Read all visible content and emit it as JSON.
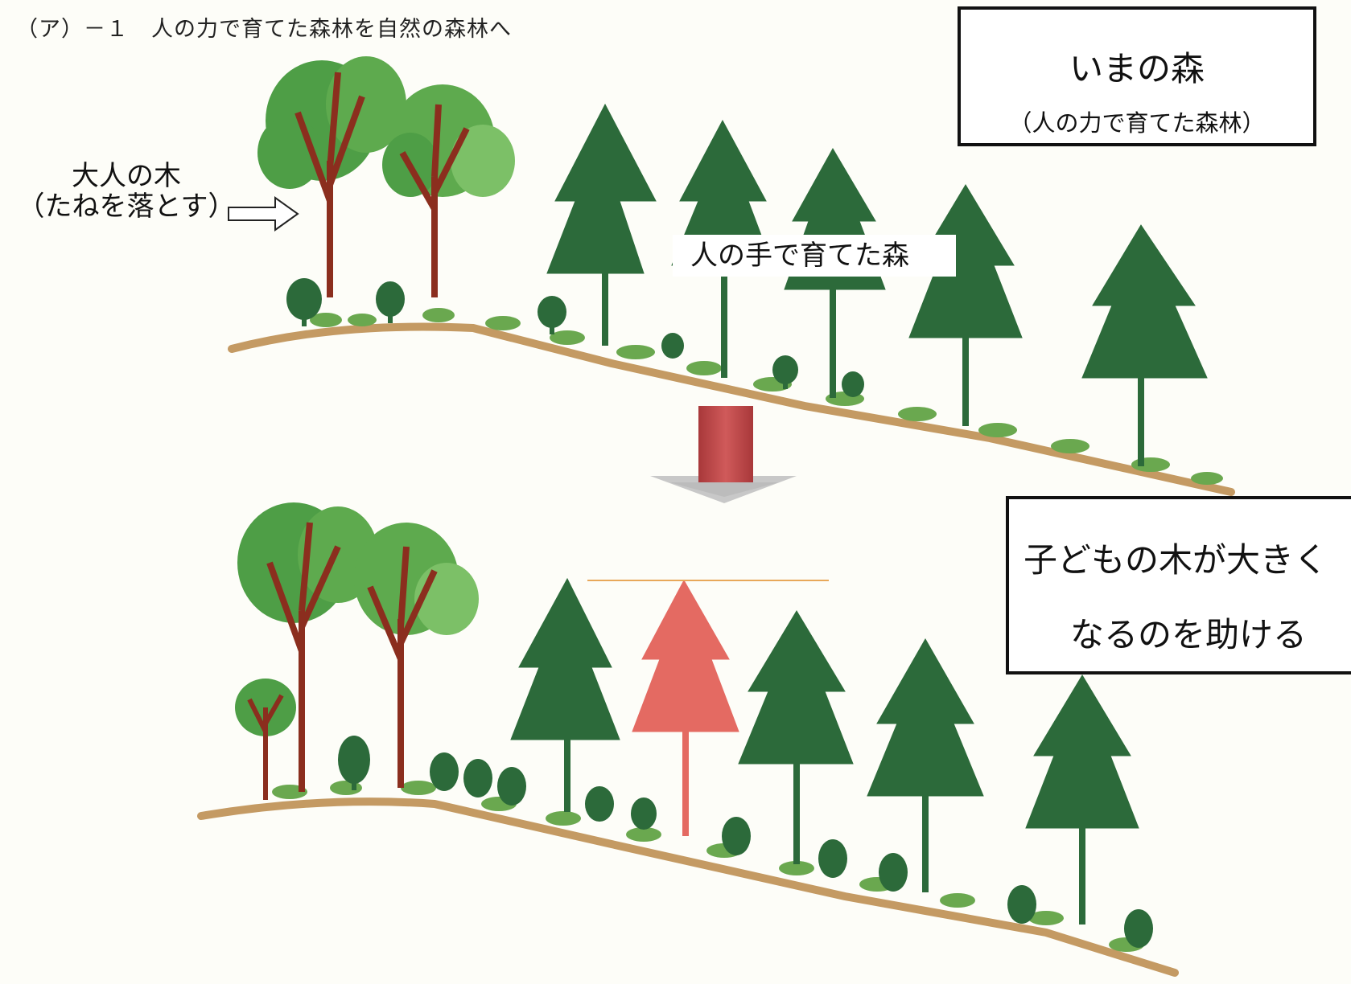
{
  "title": "（ア）－１　人の力で育てた森林を自然の森林へ",
  "current_box": {
    "line1": "いまの森",
    "line2": "（人の力で育てた森林）"
  },
  "mature_label": {
    "line1": "大人の木",
    "line2": "（たねを落とす）"
  },
  "planted_label": "人の手で育てた森",
  "help_box": {
    "line1": "子どもの木が大きく",
    "line2": "なるのを助ける"
  },
  "colors": {
    "conifer": "#2c6a3a",
    "broadleaf_canopy": "#4e9e46",
    "broadleaf_light": "#7cc067",
    "trunk": "#8b2e1e",
    "highlight_conifer": "#e46a62",
    "ground": "#c49a63",
    "arrow_red": "#c0484a",
    "arrow_gray": "#c8c8c8",
    "undergrowth": "#6aa84f"
  }
}
